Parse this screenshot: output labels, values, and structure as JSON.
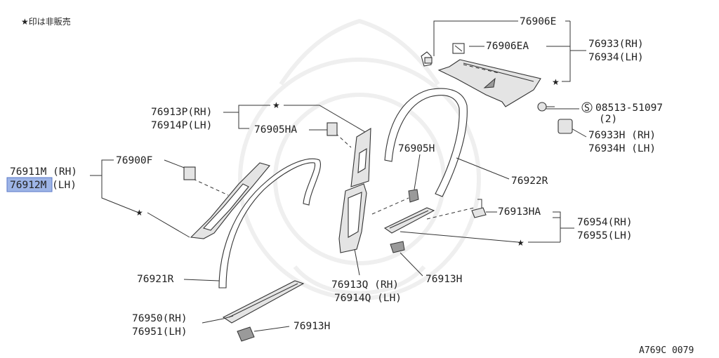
{
  "diagram": {
    "notice": "★印は非販売",
    "figure_id": "A769C 0079",
    "star": "★",
    "parts": {
      "p76906E": "76906E",
      "p76906EA": "76906EA",
      "p76933RH": "76933(RH)",
      "p76934LH": "76934(LH)",
      "p08513": "08513-51097",
      "p08513qty": "(2)",
      "screw_symbol": "S",
      "p76933HRH": "76933H (RH)",
      "p76934HLH": "76934H (LH)",
      "p76913PRH": "76913P(RH)",
      "p76914PLH": "76914P(LH)",
      "p76905HA": "76905HA",
      "p76911MRH": "76911M (RH)",
      "p76912M": "76912M",
      "p76912MLH": "(LH)",
      "p76900F": "76900F",
      "p76905H": "76905H",
      "p76922R": "76922R",
      "p76913HA_top": "76913HA",
      "p76954RH": "76954(RH)",
      "p76955LH": "76955(LH)",
      "p76921R": "76921R",
      "p76913QRH": "76913Q (RH)",
      "p76914QLH": "76914Q (LH)",
      "p76913H_mid": "76913H",
      "p76950RH": "76950(RH)",
      "p76951LH": "76951(LH)",
      "p76913H_bot": "76913H"
    }
  },
  "colors": {
    "line": "#333333",
    "highlight": "#9db4e6",
    "watermark": "#efefef"
  }
}
